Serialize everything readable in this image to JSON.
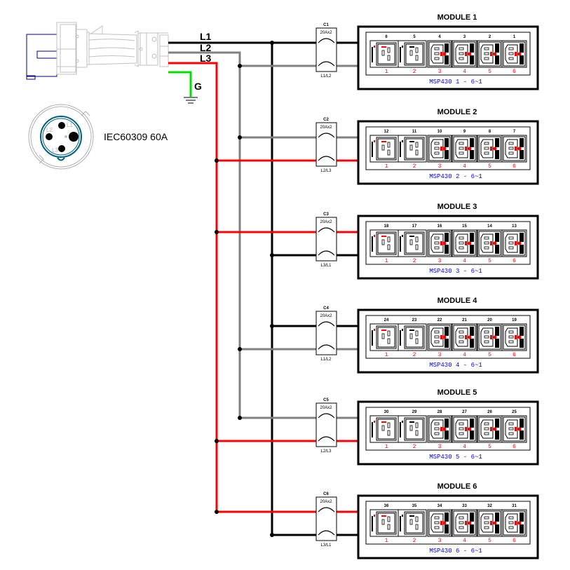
{
  "plug": {
    "label": "IEC60309 60A",
    "pin_labels": [
      "L1",
      "L2",
      "L3"
    ]
  },
  "feed_lines": [
    {
      "name": "L1",
      "color": "#000000"
    },
    {
      "name": "L2",
      "color": "#808080"
    },
    {
      "name": "L3",
      "color": "#ff0000"
    },
    {
      "name": "G",
      "color": "#00e000"
    }
  ],
  "ground_label": "G",
  "breaker_rating": "20Ax2",
  "modules": [
    {
      "title": "MODULE 1",
      "breaker": "C1",
      "phases": "L1/L2",
      "top_line": "L1",
      "bottom_line": "L2",
      "model": "MSP430 1 - 6~1",
      "outlet_numbers": [
        "6",
        "5",
        "4",
        "3",
        "2",
        "1"
      ],
      "positions": [
        "1",
        "2",
        "3",
        "4",
        "5",
        "6"
      ]
    },
    {
      "title": "MODULE 2",
      "breaker": "C2",
      "phases": "L2/L3",
      "top_line": "L2",
      "bottom_line": "L3",
      "model": "MSP430 2 - 6~1",
      "outlet_numbers": [
        "12",
        "11",
        "10",
        "9",
        "8",
        "7"
      ],
      "positions": [
        "1",
        "2",
        "3",
        "4",
        "5",
        "6"
      ]
    },
    {
      "title": "MODULE 3",
      "breaker": "C3",
      "phases": "L3/L1",
      "top_line": "L3",
      "bottom_line": "L1",
      "model": "MSP430 3 - 6~1",
      "outlet_numbers": [
        "18",
        "17",
        "16",
        "15",
        "14",
        "13"
      ],
      "positions": [
        "1",
        "2",
        "3",
        "4",
        "5",
        "6"
      ]
    },
    {
      "title": "MODULE 4",
      "breaker": "C4",
      "phases": "L1/L2",
      "top_line": "L1",
      "bottom_line": "L2",
      "model": "MSP430 4 - 6~1",
      "outlet_numbers": [
        "24",
        "23",
        "22",
        "21",
        "20",
        "19"
      ],
      "positions": [
        "1",
        "2",
        "3",
        "4",
        "5",
        "6"
      ]
    },
    {
      "title": "MODULE 5",
      "breaker": "C5",
      "phases": "L2/L3",
      "top_line": "L2",
      "bottom_line": "L3",
      "model": "MSP430 5 - 6~1",
      "outlet_numbers": [
        "30",
        "29",
        "28",
        "27",
        "26",
        "25"
      ],
      "positions": [
        "1",
        "2",
        "3",
        "4",
        "5",
        "6"
      ]
    },
    {
      "title": "MODULE 6",
      "breaker": "C6",
      "phases": "L3/L1",
      "top_line": "L3",
      "bottom_line": "L1",
      "model": "MSP430 6 - 6~1",
      "outlet_numbers": [
        "36",
        "35",
        "34",
        "33",
        "32",
        "31"
      ],
      "positions": [
        "1",
        "2",
        "3",
        "4",
        "5",
        "6"
      ]
    }
  ],
  "outlet_types": [
    "C19",
    "C19",
    "C13",
    "C13",
    "C13",
    "C13"
  ],
  "colors": {
    "position_label": "#ff0000",
    "model_label": "#0000ff",
    "plug_outline": "#c0c0c0",
    "plug_cap": "#000080",
    "socket_ring": "#006080"
  }
}
